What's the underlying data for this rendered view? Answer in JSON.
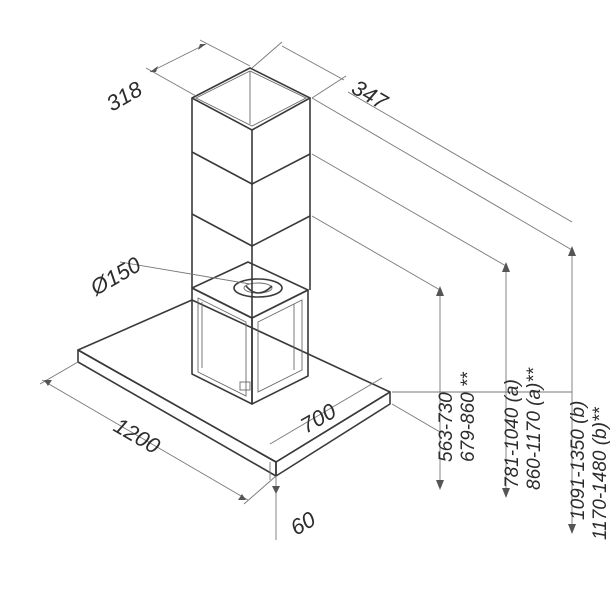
{
  "dimensions": {
    "depth_top": "318",
    "width_top": "347",
    "duct_diameter": "Ø150",
    "width": "1200",
    "depth": "700",
    "glass_thickness": "60",
    "height_1": "563-730",
    "height_2": "679-860 **",
    "height_3": "781-1040 (a)",
    "height_4": "860-1170 (a)**",
    "height_5": "1091-1350 (b)",
    "height_6": "1170-1480 (b)**"
  }
}
